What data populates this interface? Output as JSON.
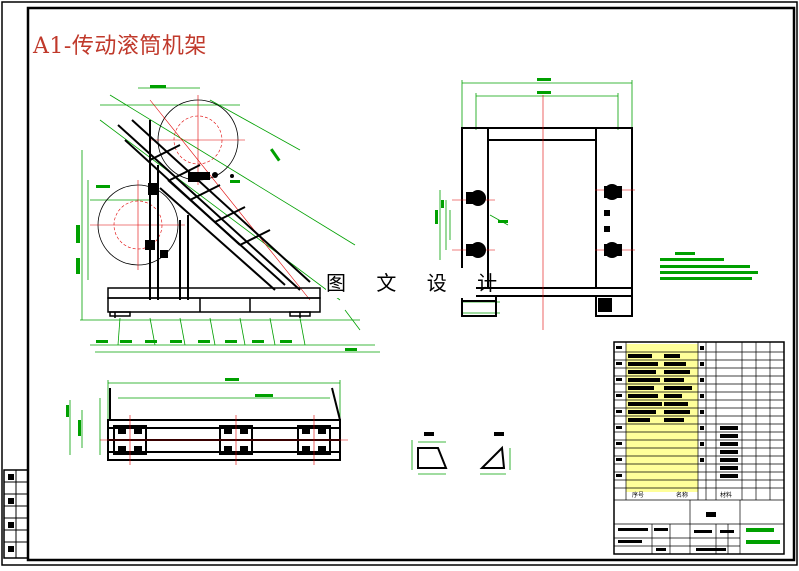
{
  "drawing": {
    "title": "A1-传动滚筒机架",
    "watermark": "图 文 设 计"
  },
  "colors": {
    "frame": "#000000",
    "dimension": "#00a000",
    "centerline": "#e00000",
    "part": "#000000",
    "title_color": "#c0392b",
    "table_fill": "#ffff9a"
  },
  "views": [
    {
      "name": "front-view",
      "desc_icon": "inclined-frame-icon"
    },
    {
      "name": "side-view",
      "desc_icon": "portal-frame-icon"
    },
    {
      "name": "top-view",
      "desc_icon": "plan-frame-icon"
    },
    {
      "name": "section-views",
      "desc_icon": "section-icon"
    }
  ],
  "title_block": {
    "col_headers": [
      "序号",
      "名称",
      "材料"
    ]
  }
}
